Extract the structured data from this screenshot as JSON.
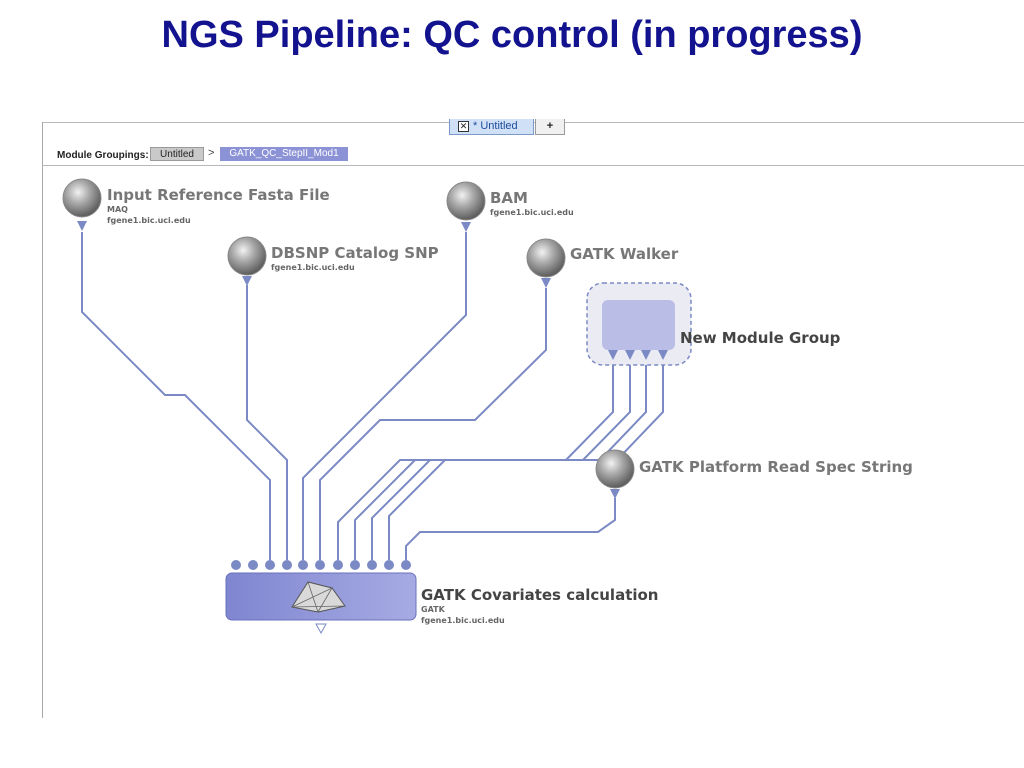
{
  "slide": {
    "title": "NGS Pipeline: QC control (in progress)"
  },
  "tabs": {
    "active_label": "* Untitled",
    "close_glyph": "✕",
    "add_glyph": "+"
  },
  "groupings": {
    "label": "Module Groupings:",
    "crumbs": [
      "Untitled",
      "GATK_QC_StepII_Mod1"
    ],
    "separator": ">"
  },
  "modules": {
    "fasta": {
      "name": "Input Reference Fasta File",
      "sub1": "MAQ",
      "sub2": "fgene1.bic.uci.edu"
    },
    "dbsnp": {
      "name": "DBSNP Catalog SNP",
      "sub1": "fgene1.bic.uci.edu"
    },
    "bam": {
      "name": "BAM",
      "sub1": "fgene1.bic.uci.edu"
    },
    "walker": {
      "name": "GATK Walker"
    },
    "group": {
      "name": "New Module Group"
    },
    "platform": {
      "name": "GATK Platform Read Spec String"
    },
    "covariates": {
      "name": "GATK Covariates calculation",
      "sub1": "GATK",
      "sub2": "fgene1.bic.uci.edu"
    }
  },
  "colors": {
    "title": "#13138f",
    "wire": "#7b8ac4",
    "module_fill": "#8f96d8",
    "group_fill": "#babde6",
    "accent": "#8c92d6"
  }
}
